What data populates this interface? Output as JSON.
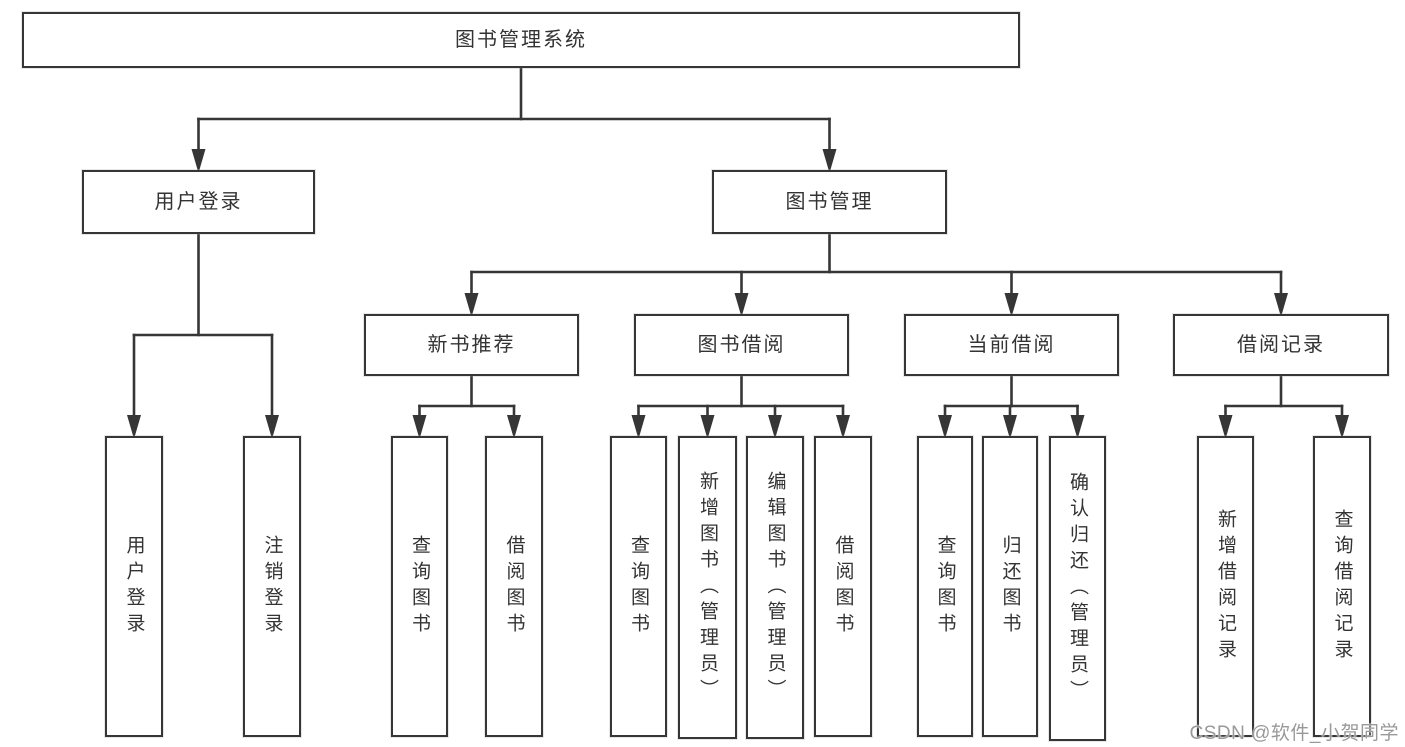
{
  "diagram": {
    "title": "图书管理系统",
    "nodes": [
      {
        "id": "root",
        "label": "图书管理系统",
        "orientation": "horizontal"
      },
      {
        "id": "login",
        "label": "用户登录",
        "orientation": "horizontal"
      },
      {
        "id": "mgmt",
        "label": "图书管理",
        "orientation": "horizontal"
      },
      {
        "id": "newbook",
        "label": "新书推荐",
        "orientation": "horizontal"
      },
      {
        "id": "borrow",
        "label": "图书借阅",
        "orientation": "horizontal"
      },
      {
        "id": "current",
        "label": "当前借阅",
        "orientation": "horizontal"
      },
      {
        "id": "records",
        "label": "借阅记录",
        "orientation": "horizontal"
      },
      {
        "id": "leaf-user-login",
        "label": "用户登录",
        "orientation": "vertical"
      },
      {
        "id": "leaf-logout",
        "label": "注销登录",
        "orientation": "vertical"
      },
      {
        "id": "leaf-query-book-1",
        "label": "查询图书",
        "orientation": "vertical"
      },
      {
        "id": "leaf-borrow-book-1",
        "label": "借阅图书",
        "orientation": "vertical"
      },
      {
        "id": "leaf-query-book-2",
        "label": "查询图书",
        "orientation": "vertical"
      },
      {
        "id": "leaf-add-book",
        "label": "新增图书（管理员）",
        "orientation": "vertical"
      },
      {
        "id": "leaf-edit-book",
        "label": "编辑图书（管理员）",
        "orientation": "vertical"
      },
      {
        "id": "leaf-borrow-book-2",
        "label": "借阅图书",
        "orientation": "vertical"
      },
      {
        "id": "leaf-query-book-3",
        "label": "查询图书",
        "orientation": "vertical"
      },
      {
        "id": "leaf-return-book",
        "label": "归还图书",
        "orientation": "vertical"
      },
      {
        "id": "leaf-confirm-return",
        "label": "确认归还（管理员）",
        "orientation": "vertical"
      },
      {
        "id": "leaf-add-record",
        "label": "新增借阅记录",
        "orientation": "vertical"
      },
      {
        "id": "leaf-query-record",
        "label": "查询借阅记录",
        "orientation": "vertical"
      }
    ],
    "edges": [
      {
        "from": "root",
        "to": [
          "login",
          "mgmt"
        ]
      },
      {
        "from": "login",
        "to": [
          "leaf-user-login",
          "leaf-logout"
        ]
      },
      {
        "from": "mgmt",
        "to": [
          "newbook",
          "borrow",
          "current",
          "records"
        ]
      },
      {
        "from": "newbook",
        "to": [
          "leaf-query-book-1",
          "leaf-borrow-book-1"
        ]
      },
      {
        "from": "borrow",
        "to": [
          "leaf-query-book-2",
          "leaf-add-book",
          "leaf-edit-book",
          "leaf-borrow-book-2"
        ]
      },
      {
        "from": "current",
        "to": [
          "leaf-query-book-3",
          "leaf-return-book",
          "leaf-confirm-return"
        ]
      },
      {
        "from": "records",
        "to": [
          "leaf-add-record",
          "leaf-query-record"
        ]
      }
    ],
    "colors": {
      "line": "#363636",
      "box_border": "#363636",
      "text": "#333333",
      "background": "#ffffff",
      "watermark": "#999999"
    }
  },
  "watermark": {
    "text": "CSDN @软件_小贺同学"
  }
}
